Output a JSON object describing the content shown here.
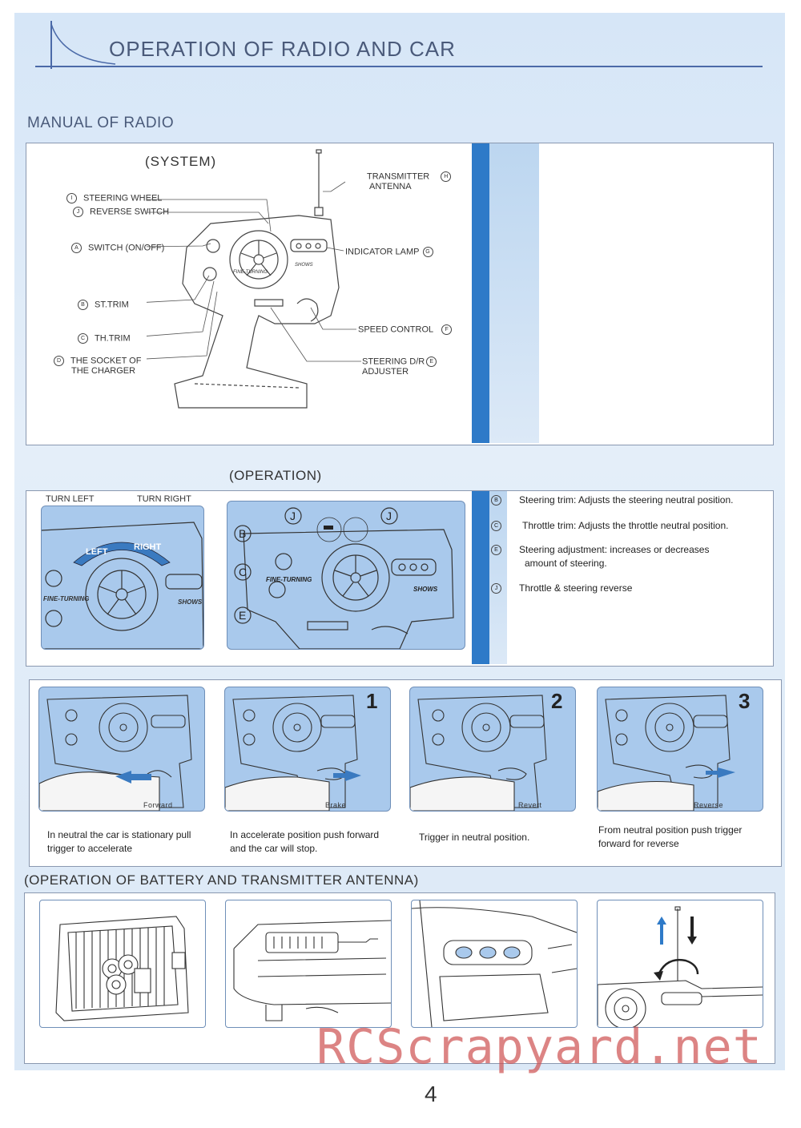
{
  "header": {
    "title": "OPERATION OF RADIO AND CAR"
  },
  "sections": {
    "manual": "MANUAL OF RADIO",
    "system": "(SYSTEM)",
    "operation": "(OPERATION)",
    "battery": "(OPERATION OF BATTERY AND TRANSMITTER ANTENNA)"
  },
  "system_labels": {
    "I": {
      "mark": "I",
      "text": "STEERING WHEEL"
    },
    "J": {
      "mark": "J",
      "text": "REVERSE SWITCH"
    },
    "A": {
      "mark": "A",
      "text": "SWITCH (ON/OFF)"
    },
    "B": {
      "mark": "B",
      "text": "ST.TRIM"
    },
    "C": {
      "mark": "C",
      "text": "TH.TRIM"
    },
    "D": {
      "mark": "D",
      "text1": "THE SOCKET OF",
      "text2": "THE CHARGER"
    },
    "H": {
      "mark": "H",
      "text1": "TRANSMITTER",
      "text2": "ANTENNA"
    },
    "G": {
      "mark": "G",
      "text": "INDICATOR LAMP"
    },
    "F": {
      "mark": "F",
      "text": "SPEED CONTROL"
    },
    "E": {
      "mark": "E",
      "text1": "STEERING D/R",
      "text2": "ADJUSTER"
    }
  },
  "turn": {
    "left": "TURN LEFT",
    "right": "TURN RIGHT",
    "arrow_left": "LEFT",
    "arrow_right": "RIGHT"
  },
  "op_marks": [
    "J",
    "J",
    "B",
    "C",
    "E"
  ],
  "operation_notes": [
    {
      "mark": "B",
      "text": "Steering trim: Adjusts the steering neutral position."
    },
    {
      "mark": "C",
      "text": "Throttle trim: Adjusts the throttle neutral position."
    },
    {
      "mark": "E",
      "text1": "Steering adjustment: increases or decreases",
      "text2": "amount of steering."
    },
    {
      "mark": "J",
      "text": "Throttle & steering reverse"
    }
  ],
  "steps": [
    {
      "num": "",
      "label": "Forward",
      "caption1": "In neutral the car is stationary pull",
      "caption2": "trigger to accelerate"
    },
    {
      "num": "1",
      "label": "Brake",
      "caption1": "In accelerate position push  forward",
      "caption2": "and the car will stop."
    },
    {
      "num": "2",
      "label": "Revert",
      "caption1": "Trigger in neutral position.",
      "caption2": ""
    },
    {
      "num": "3",
      "label": "Reverse",
      "caption1": "From neutral position push trigger",
      "caption2": "forward for reverse"
    }
  ],
  "brand_text": "FINE-TURNING",
  "shows_text": "SHOWS",
  "watermark": "RCScrapyard.net",
  "page_number": "4",
  "colors": {
    "accent": "#2e7ac8",
    "title": "#4a5a7a",
    "panel": "#a9c9ec"
  }
}
